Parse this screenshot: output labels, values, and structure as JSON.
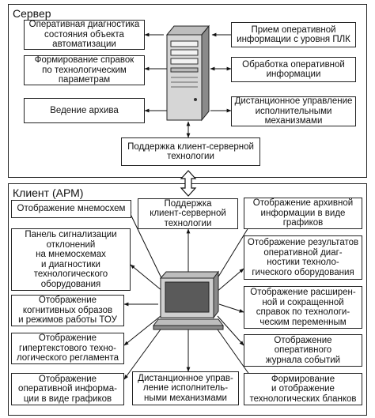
{
  "server": {
    "title": "Сервер",
    "boxes": {
      "diagnostics": "Оперативная диагностика\nсостояния объекта\nавтоматизации",
      "reports": "Формирование справок\nпо технологическим\nпараметрам",
      "archive": "Ведение архива",
      "plc": "Прием оперативной\nинформации с уровня ПЛК",
      "processing": "Обработка оперативной\nинформации",
      "remote": "Дистанционное управление\nисполнительными\nмеханизмами",
      "cs_support": "Поддержка клиент-серверной\nтехнологии"
    }
  },
  "client": {
    "title": "Клиент (АРМ)",
    "boxes": {
      "mnemo": "Отображение мнемосхем",
      "cs_support": "Поддержка\nклиент-серверной\nтехнологии",
      "archive_graphs": "Отображение архивной\nинформации в виде\nграфиков",
      "alarm_panel": "Панель сигнализации\nотклонений\nна мнемосхемах\nи диагностики\nтехнологического\nоборудования",
      "diag_results": "Отображение результатов\nоперативной диаг-\nностики техноло-\nгического оборудования",
      "cognitive": "Отображение\nкогнитивных образов\nи режимов работы ТОУ",
      "ext_reports": "Отображение расширен-\nной и сокращенной\nсправок по технологи-\nческим переменным",
      "hypertext": "Отображение\nгипертекстового техно-\nлогического регламента",
      "event_log": "Отображение\nоперативного\nжурнала событий",
      "oper_graphs": "Отображение\nоперативной информа-\nции в виде графиков",
      "remote": "Дистанционное управ-\nление исполнитель-\nными механизмами",
      "forms": "Формирование\nи отображение\nтехнологических бланков"
    }
  }
}
